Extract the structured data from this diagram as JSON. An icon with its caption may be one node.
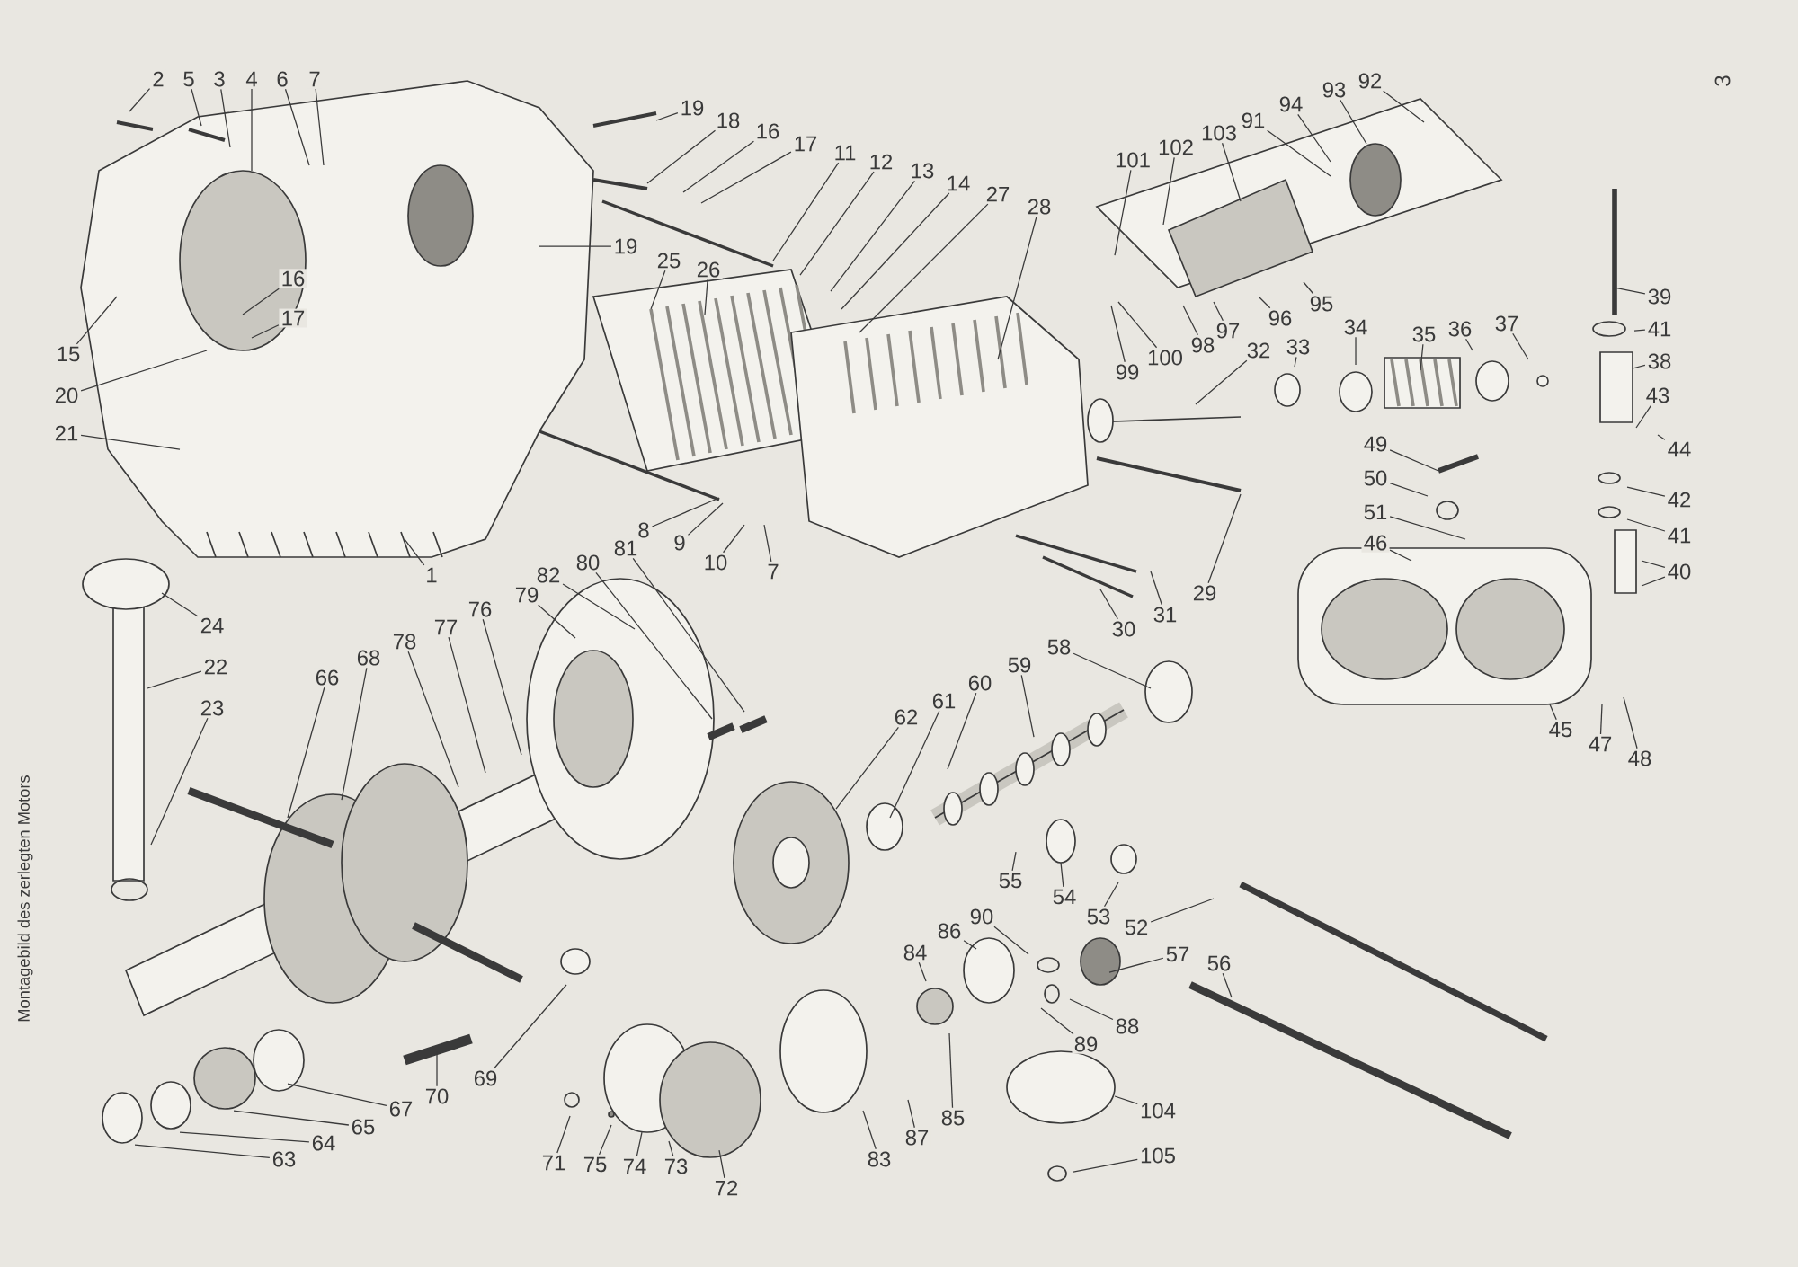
{
  "diagram": {
    "nodes": [
      {
        "text": [
          "2"
        ]
      },
      {
        "text": [
          "5"
        ]
      },
      {
        "text": [
          "3"
        ]
      },
      {
        "text": [
          "4"
        ]
      },
      {
        "text": [
          "6"
        ]
      },
      {
        "text": [
          "7"
        ]
      },
      {
        "text": [
          "19"
        ]
      },
      {
        "text": [
          "18"
        ]
      },
      {
        "text": [
          "16"
        ]
      },
      {
        "text": [
          "17"
        ]
      },
      {
        "text": [
          "11"
        ]
      },
      {
        "text": [
          "12"
        ]
      },
      {
        "text": [
          "13"
        ]
      },
      {
        "text": [
          "14"
        ]
      },
      {
        "text": [
          "27"
        ]
      },
      {
        "text": [
          "28"
        ]
      },
      {
        "text": [
          "92"
        ]
      },
      {
        "text": [
          "93"
        ]
      },
      {
        "text": [
          "94"
        ]
      },
      {
        "text": [
          "91"
        ]
      },
      {
        "text": [
          "103"
        ]
      },
      {
        "text": [
          "102"
        ]
      },
      {
        "text": [
          "101"
        ]
      },
      {
        "text": [
          "19"
        ]
      },
      {
        "text": [
          "25"
        ]
      },
      {
        "text": [
          "26"
        ]
      },
      {
        "text": [
          "16"
        ]
      },
      {
        "text": [
          "95"
        ]
      },
      {
        "text": [
          "39"
        ]
      },
      {
        "text": [
          "17"
        ]
      },
      {
        "text": [
          "96"
        ]
      },
      {
        "text": [
          "37"
        ]
      },
      {
        "text": [
          "41"
        ]
      },
      {
        "text": [
          "97"
        ]
      },
      {
        "text": [
          "36"
        ]
      },
      {
        "text": [
          "35"
        ]
      },
      {
        "text": [
          "34"
        ]
      },
      {
        "text": [
          "98"
        ]
      },
      {
        "text": [
          "33"
        ]
      },
      {
        "text": [
          "32"
        ]
      },
      {
        "text": [
          "15"
        ]
      },
      {
        "text": [
          "100"
        ]
      },
      {
        "text": [
          "38"
        ]
      },
      {
        "text": [
          "99"
        ]
      },
      {
        "text": [
          "20"
        ]
      },
      {
        "text": [
          "43"
        ]
      },
      {
        "text": [
          "21"
        ]
      },
      {
        "text": [
          "49"
        ]
      },
      {
        "text": [
          "44"
        ]
      },
      {
        "text": [
          "50"
        ]
      },
      {
        "text": [
          "42"
        ]
      },
      {
        "text": [
          "51"
        ]
      },
      {
        "text": [
          "8"
        ]
      },
      {
        "text": [
          "41"
        ]
      },
      {
        "text": [
          "9"
        ]
      },
      {
        "text": [
          "46"
        ]
      },
      {
        "text": [
          "10"
        ]
      },
      {
        "text": [
          "40"
        ]
      },
      {
        "text": [
          "7"
        ]
      },
      {
        "text": [
          "1"
        ]
      },
      {
        "text": [
          "82"
        ]
      },
      {
        "text": [
          "80"
        ]
      },
      {
        "text": [
          "81"
        ]
      },
      {
        "text": [
          "29"
        ]
      },
      {
        "text": [
          "79"
        ]
      },
      {
        "text": [
          "31"
        ]
      },
      {
        "text": [
          "76"
        ]
      },
      {
        "text": [
          "24"
        ]
      },
      {
        "text": [
          "30"
        ]
      },
      {
        "text": [
          "77"
        ]
      },
      {
        "text": [
          "78"
        ]
      },
      {
        "text": [
          "58"
        ]
      },
      {
        "text": [
          "68"
        ]
      },
      {
        "text": [
          "59"
        ]
      },
      {
        "text": [
          "22"
        ]
      },
      {
        "text": [
          "66"
        ]
      },
      {
        "text": [
          "60"
        ]
      },
      {
        "text": [
          "61"
        ]
      },
      {
        "text": [
          "23"
        ]
      },
      {
        "text": [
          "62"
        ]
      },
      {
        "text": [
          "45"
        ]
      },
      {
        "text": [
          "47"
        ]
      },
      {
        "text": [
          "48"
        ]
      },
      {
        "text": [
          "55"
        ]
      },
      {
        "text": [
          "54"
        ]
      },
      {
        "text": [
          "90"
        ]
      },
      {
        "text": [
          "53"
        ]
      },
      {
        "text": [
          "86"
        ]
      },
      {
        "text": [
          "52"
        ]
      },
      {
        "text": [
          "57"
        ]
      },
      {
        "text": [
          "84"
        ]
      },
      {
        "text": [
          "56"
        ]
      },
      {
        "text": [
          "88"
        ]
      },
      {
        "text": [
          "89"
        ]
      },
      {
        "text": [
          "69"
        ]
      },
      {
        "text": [
          "70"
        ]
      },
      {
        "text": [
          "67"
        ]
      },
      {
        "text": [
          "104"
        ]
      },
      {
        "text": [
          "85"
        ]
      },
      {
        "text": [
          "65"
        ]
      },
      {
        "text": [
          "87"
        ]
      },
      {
        "text": [
          "64"
        ]
      },
      {
        "text": [
          "105"
        ]
      },
      {
        "text": [
          "63"
        ]
      },
      {
        "text": [
          "83"
        ]
      },
      {
        "text": [
          "71"
        ]
      },
      {
        "text": [
          "75"
        ]
      },
      {
        "text": [
          "74"
        ]
      },
      {
        "text": [
          "73"
        ]
      },
      {
        "text": [
          "72"
        ]
      }
    ],
    "edges": [
      {
        "from": 0,
        "to": null,
        "arrow": "none"
      },
      {
        "from": 1,
        "to": null,
        "arrow": "none"
      },
      {
        "from": 2,
        "to": null,
        "arrow": "none"
      },
      {
        "from": 3,
        "to": null,
        "arrow": "none"
      },
      {
        "from": 4,
        "to": null,
        "arrow": "none"
      },
      {
        "from": 5,
        "to": null,
        "arrow": "none"
      },
      {
        "from": 6,
        "to": null,
        "arrow": "none"
      },
      {
        "from": 7,
        "to": null,
        "arrow": "none"
      },
      {
        "from": 8,
        "to": null,
        "arrow": "none"
      },
      {
        "from": 9,
        "to": null,
        "arrow": "none"
      },
      {
        "from": 10,
        "to": null,
        "arrow": "none"
      },
      {
        "from": 11,
        "to": null,
        "arrow": "none"
      },
      {
        "from": 12,
        "to": null,
        "arrow": "none"
      },
      {
        "from": 13,
        "to": null,
        "arrow": "none"
      },
      {
        "from": 14,
        "to": null,
        "arrow": "none"
      },
      {
        "from": 15,
        "to": null,
        "arrow": "none"
      },
      {
        "from": 16,
        "to": null,
        "arrow": "none"
      },
      {
        "from": 17,
        "to": null,
        "arrow": "none"
      },
      {
        "from": 18,
        "to": null,
        "arrow": "none"
      },
      {
        "from": 19,
        "to": null,
        "arrow": "none"
      },
      {
        "from": 20,
        "to": null,
        "arrow": "none"
      },
      {
        "from": 21,
        "to": null,
        "arrow": "none"
      },
      {
        "from": 22,
        "to": null,
        "arrow": "none"
      },
      {
        "from": 23,
        "to": null,
        "arrow": "none"
      },
      {
        "from": 24,
        "to": null,
        "arrow": "none"
      },
      {
        "from": 25,
        "to": null,
        "arrow": "none"
      },
      {
        "from": 26,
        "to": null,
        "arrow": "none"
      },
      {
        "from": 27,
        "to": null,
        "arrow": "none"
      },
      {
        "from": 28,
        "to": null,
        "arrow": "none"
      },
      {
        "from": 29,
        "to": null,
        "arrow": "none"
      },
      {
        "from": 30,
        "to": null,
        "arrow": "none"
      },
      {
        "from": 31,
        "to": null,
        "arrow": "none"
      },
      {
        "from": 32,
        "to": null,
        "arrow": "none"
      },
      {
        "from": 33,
        "to": null,
        "arrow": "none"
      },
      {
        "from": 34,
        "to": null,
        "arrow": "none"
      },
      {
        "from": 35,
        "to": null,
        "arrow": "none"
      },
      {
        "from": 36,
        "to": null,
        "arrow": "none"
      },
      {
        "from": 37,
        "to": null,
        "arrow": "none"
      },
      {
        "from": 38,
        "to": null,
        "arrow": "none"
      },
      {
        "from": 39,
        "to": null,
        "arrow": "none"
      },
      {
        "from": 40,
        "to": null,
        "arrow": "none"
      },
      {
        "from": 41,
        "to": null,
        "arrow": "none"
      },
      {
        "from": 42,
        "to": null,
        "arrow": "none"
      },
      {
        "from": 43,
        "to": null,
        "arrow": "none"
      },
      {
        "from": 44,
        "to": null,
        "arrow": "none"
      },
      {
        "from": 45,
        "to": null,
        "arrow": "none"
      },
      {
        "from": 46,
        "to": null,
        "arrow": "none"
      },
      {
        "from": 47,
        "to": null,
        "arrow": "none"
      },
      {
        "from": 48,
        "to": null,
        "arrow": "none"
      },
      {
        "from": 49,
        "to": null,
        "arrow": "none"
      },
      {
        "from": 50,
        "to": null,
        "arrow": "none"
      },
      {
        "from": 51,
        "to": null,
        "arrow": "none"
      },
      {
        "from": 52,
        "to": null,
        "arrow": "none"
      },
      {
        "from": 53,
        "to": null,
        "arrow": "none"
      },
      {
        "from": 54,
        "to": null,
        "arrow": "none"
      },
      {
        "from": 55,
        "to": null,
        "arrow": "none"
      },
      {
        "from": 56,
        "to": null,
        "arrow": "none"
      },
      {
        "from": 57,
        "to": null,
        "arrow": "none"
      },
      {
        "from": 57,
        "to": null,
        "arrow": "none"
      },
      {
        "from": 58,
        "to": null,
        "arrow": "none"
      },
      {
        "from": 59,
        "to": null,
        "arrow": "none"
      },
      {
        "from": 60,
        "to": null,
        "arrow": "none"
      },
      {
        "from": 61,
        "to": null,
        "arrow": "none"
      },
      {
        "from": 62,
        "to": null,
        "arrow": "none"
      },
      {
        "from": 63,
        "to": null,
        "arrow": "none"
      },
      {
        "from": 64,
        "to": null,
        "arrow": "none"
      },
      {
        "from": 65,
        "to": null,
        "arrow": "none"
      },
      {
        "from": 66,
        "to": null,
        "arrow": "none"
      },
      {
        "from": 67,
        "to": null,
        "arrow": "none"
      },
      {
        "from": 68,
        "to": null,
        "arrow": "none"
      },
      {
        "from": 69,
        "to": null,
        "arrow": "none"
      },
      {
        "from": 70,
        "to": null,
        "arrow": "none"
      },
      {
        "from": 71,
        "to": null,
        "arrow": "none"
      },
      {
        "from": 72,
        "to": null,
        "arrow": "none"
      },
      {
        "from": 73,
        "to": null,
        "arrow": "none"
      },
      {
        "from": 74,
        "to": null,
        "arrow": "none"
      },
      {
        "from": 75,
        "to": null,
        "arrow": "none"
      },
      {
        "from": 76,
        "to": null,
        "arrow": "none"
      },
      {
        "from": 77,
        "to": null,
        "arrow": "none"
      },
      {
        "from": 78,
        "to": null,
        "arrow": "none"
      },
      {
        "from": 79,
        "to": null,
        "arrow": "none"
      },
      {
        "from": 80,
        "to": null,
        "arrow": "none"
      },
      {
        "from": 81,
        "to": null,
        "arrow": "none"
      },
      {
        "from": 82,
        "to": null,
        "arrow": "none"
      },
      {
        "from": 83,
        "to": null,
        "arrow": "none"
      },
      {
        "from": 84,
        "to": null,
        "arrow": "none"
      },
      {
        "from": 85,
        "to": null,
        "arrow": "none"
      },
      {
        "from": 86,
        "to": null,
        "arrow": "none"
      },
      {
        "from": 87,
        "to": null,
        "arrow": "none"
      },
      {
        "from": 88,
        "to": null,
        "arrow": "none"
      },
      {
        "from": 89,
        "to": null,
        "arrow": "none"
      },
      {
        "from": 90,
        "to": null,
        "arrow": "none"
      },
      {
        "from": 91,
        "to": null,
        "arrow": "none"
      },
      {
        "from": 92,
        "to": null,
        "arrow": "none"
      },
      {
        "from": 93,
        "to": null,
        "arrow": "none"
      },
      {
        "from": 94,
        "to": null,
        "arrow": "none"
      },
      {
        "from": 95,
        "to": null,
        "arrow": "none"
      },
      {
        "from": 96,
        "to": null,
        "arrow": "none"
      },
      {
        "from": 97,
        "to": null,
        "arrow": "none"
      },
      {
        "from": 98,
        "to": null,
        "arrow": "none"
      },
      {
        "from": 99,
        "to": null,
        "arrow": "none"
      },
      {
        "from": 100,
        "to": null,
        "arrow": "none"
      },
      {
        "from": 101,
        "to": null,
        "arrow": "none"
      },
      {
        "from": 102,
        "to": null,
        "arrow": "none"
      },
      {
        "from": 103,
        "to": null,
        "arrow": "none"
      },
      {
        "from": 104,
        "to": null,
        "arrow": "none"
      },
      {
        "from": 105,
        "to": null,
        "arrow": "none"
      },
      {
        "from": 106,
        "to": null,
        "arrow": "none"
      },
      {
        "from": 107,
        "to": null,
        "arrow": "none"
      },
      {
        "from": 108,
        "to": null,
        "arrow": "none"
      },
      {
        "from": 109,
        "to": null,
        "arrow": "none"
      }
    ],
    "labels": [
      "3",
      "Montagebild des zerlegten Motors"
    ]
  }
}
